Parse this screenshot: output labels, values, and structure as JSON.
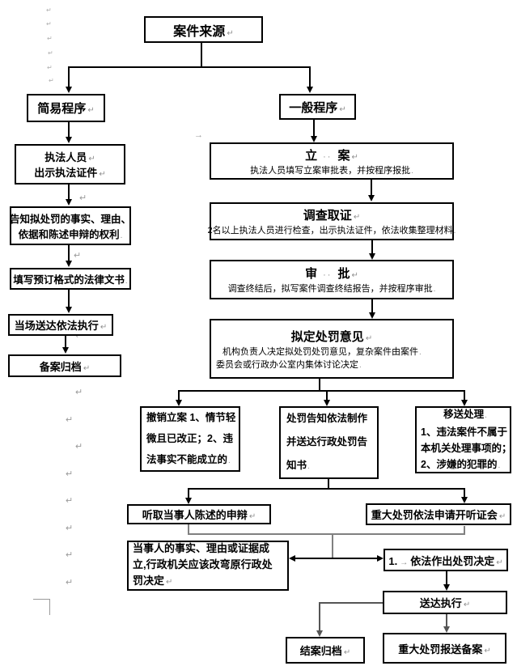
{
  "marks": {
    "cr": "↵",
    "dot": ".",
    "dots": "··",
    "tab": "→"
  },
  "flow": {
    "source": {
      "title": "案件来源"
    },
    "simple": {
      "title": "简易程序"
    },
    "s1": {
      "line1": "执法人员",
      "line2": "出示执法证件"
    },
    "s2": {
      "line1": "告知拟处罚的事实、理由、",
      "line2": "依据和陈述申辩的权利"
    },
    "s3": {
      "line1": "填写预订格式的法律文书"
    },
    "s4": {
      "line1": "当场送达依法执行"
    },
    "s5": {
      "line1": "备案归档"
    },
    "general": {
      "title": "一般程序"
    },
    "g1": {
      "t1": "立",
      "t2": "案",
      "sub": "执法人员填写立案审批表，并按程序报批"
    },
    "g2": {
      "title": "调查取证",
      "sub": "2名以上执法人员进行检查，出示执法证件，依法收集整理材料"
    },
    "g3": {
      "t1": "审",
      "t2": "批",
      "sub": "调查终结后，拟写案件调查终结报告，并按程序审批"
    },
    "g4": {
      "title": "拟定处罚意见",
      "sub1": "机构负责人决定拟处罚处罚意见，复杂案件由案件",
      "sub2": "委员会或行政办公室内集体讨论决定"
    },
    "b1": {
      "line1": "撤销立案 1、情节轻",
      "line2": "微且已改正；2、违",
      "line3": "法事实不能成立的"
    },
    "b2": {
      "line1": "处罚告知依法制作",
      "line2": "并送达行政处罚告",
      "line3": "知书"
    },
    "b3": {
      "line1": "移送处理",
      "line2": "1、违法案件不属于",
      "line3": "本机关处理事项的；",
      "line4": "2、涉嫌的犯罪的"
    },
    "h1": {
      "line1": "听取当事人陈述的申辩"
    },
    "h2": {
      "line1": "重大处罚依法申请开听证会"
    },
    "d1": {
      "line1": "当事人的事实、理由或证据成",
      "line2": "立,行政机关应该改弯原行政处",
      "line3": "罚决定"
    },
    "d2": {
      "num": "1.",
      "text": "依法作出处罚决定"
    },
    "e1": {
      "line1": "送达执行"
    },
    "e2": {
      "line1": "结案归档"
    },
    "e3": {
      "line1": "重大处罚报送备案"
    }
  }
}
